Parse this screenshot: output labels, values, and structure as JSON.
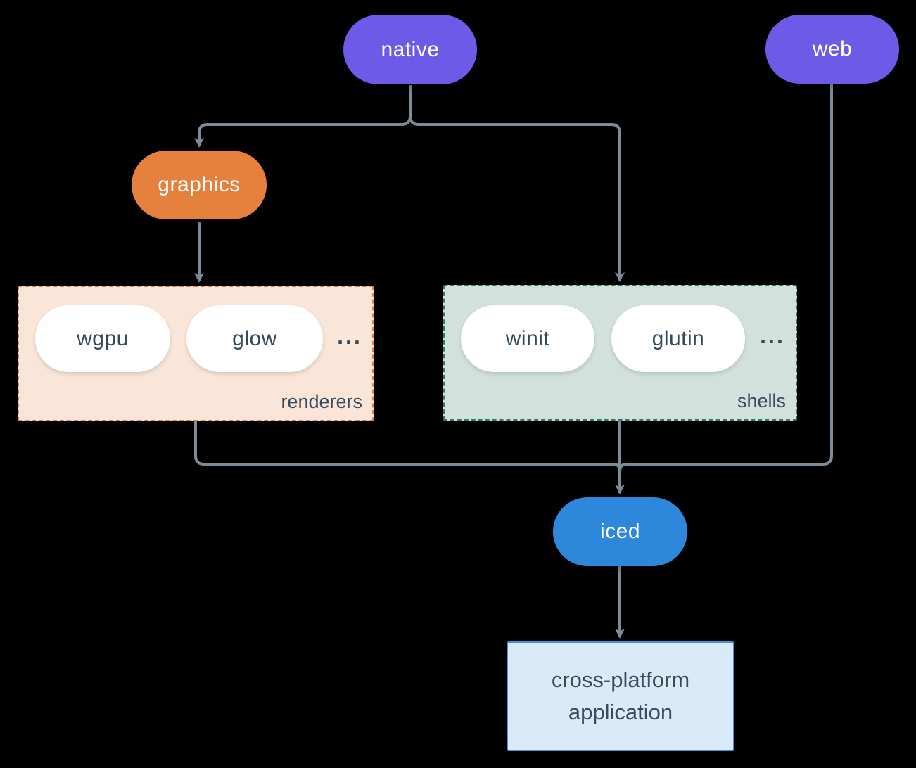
{
  "diagram": {
    "background_color": "#000000",
    "connector_color": "#7c8b98",
    "nodes": {
      "native": {
        "label": "native",
        "fill": "#6d5be8",
        "text_color": "#ffffff"
      },
      "web": {
        "label": "web",
        "fill": "#6d5be8",
        "text_color": "#ffffff"
      },
      "graphics": {
        "label": "graphics",
        "fill": "#e5813d",
        "text_color": "#ffffff"
      },
      "iced": {
        "label": "iced",
        "fill": "#2d87db",
        "text_color": "#ffffff"
      },
      "application": {
        "lines": [
          "cross-platform",
          "application"
        ],
        "fill": "#d9eaf9",
        "border_color": "#3f8fe0",
        "text_color": "#3a4b5c"
      }
    },
    "groups": {
      "renderers": {
        "label": "renderers",
        "fill": "#fae6d8",
        "border_color": "#e5813d",
        "label_color": "#3a4b5c",
        "item_fill": "#ffffff",
        "item_text_color": "#344a5a",
        "ellipsis": "...",
        "items": [
          {
            "label": "wgpu"
          },
          {
            "label": "glow"
          }
        ]
      },
      "shells": {
        "label": "shells",
        "fill": "#d3e1dc",
        "border_color": "#2e7a68",
        "label_color": "#3a4b5c",
        "item_fill": "#ffffff",
        "item_text_color": "#344a5a",
        "ellipsis": "...",
        "items": [
          {
            "label": "winit"
          },
          {
            "label": "glutin"
          }
        ]
      }
    }
  }
}
